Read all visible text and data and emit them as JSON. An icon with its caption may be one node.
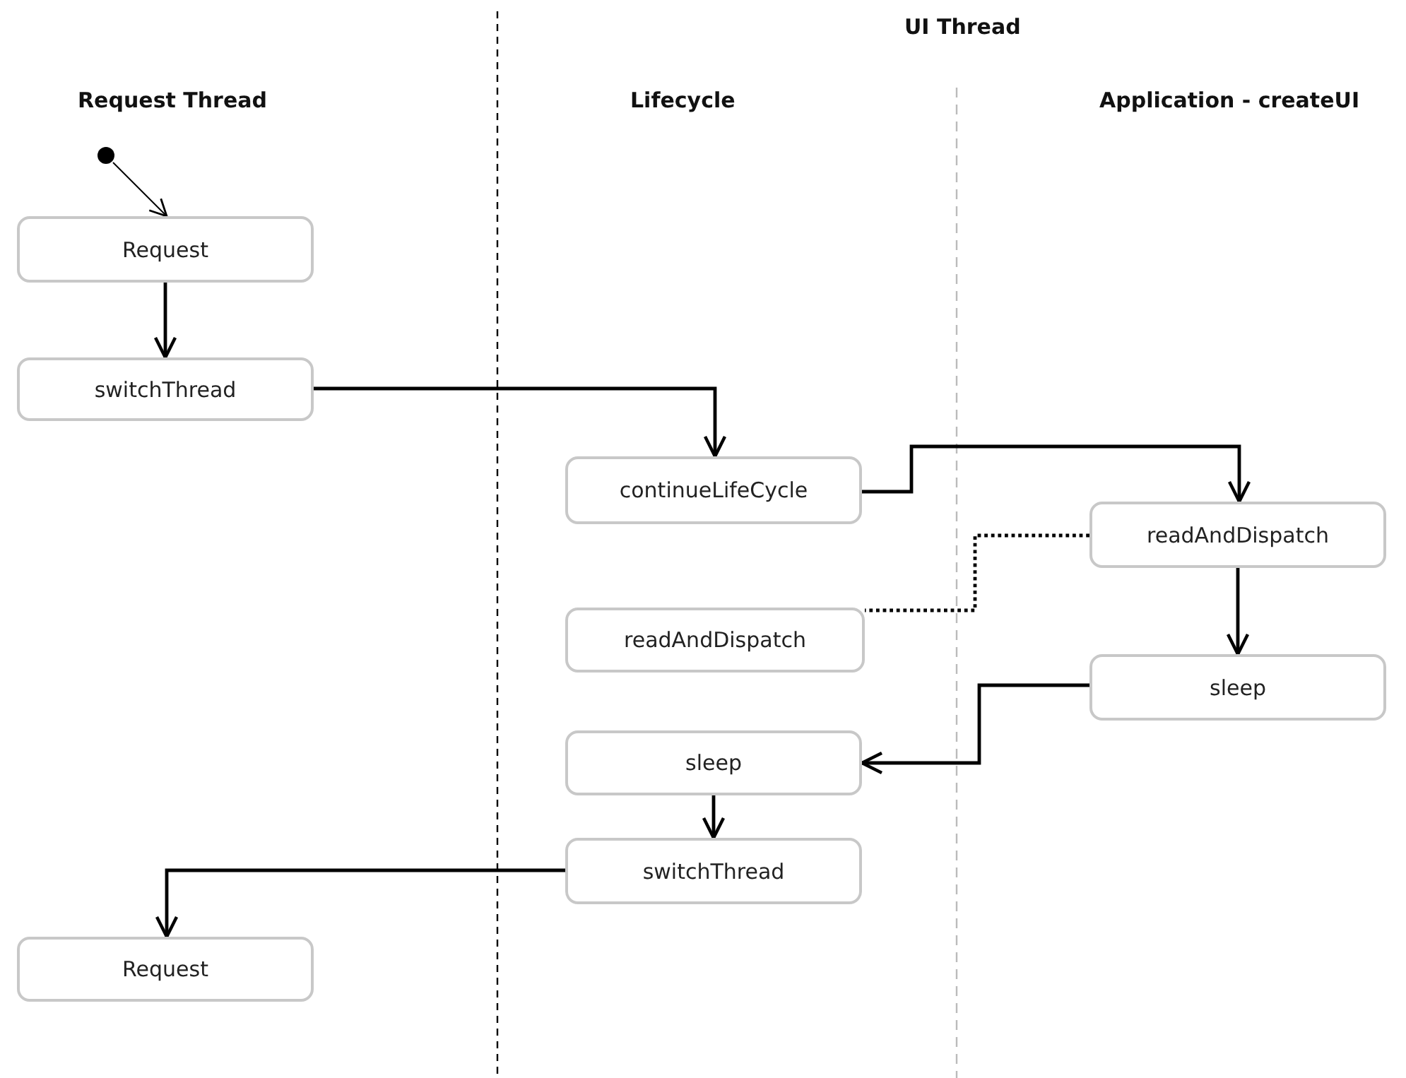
{
  "diagram": {
    "nodes": [
      {
        "text": [],
        "shape": "circle"
      },
      {
        "text": [
          "Request"
        ]
      },
      {
        "text": [
          "switchThread"
        ]
      },
      {
        "text": [
          "continueLifeCycle"
        ]
      },
      {
        "text": [
          "readAndDispatch"
        ]
      },
      {
        "text": [
          "sleep"
        ]
      },
      {
        "text": [
          "switchThread"
        ]
      },
      {
        "text": [
          "Request"
        ]
      },
      {
        "text": [
          "readAndDispatch"
        ]
      },
      {
        "text": [
          "sleep"
        ]
      }
    ],
    "edges": [
      {
        "from": 0,
        "to": 1,
        "arrow": "to"
      },
      {
        "from": 1,
        "to": 2,
        "arrow": "to"
      },
      {
        "from": 2,
        "to": 3,
        "arrow": "to"
      },
      {
        "from": 3,
        "to": 8,
        "arrow": "to"
      },
      {
        "from": 8,
        "to": 4,
        "arrow": "none",
        "style": "dashed"
      },
      {
        "from": 8,
        "to": 9,
        "arrow": "to"
      },
      {
        "from": 9,
        "to": 5,
        "arrow": "to"
      },
      {
        "from": 5,
        "to": 6,
        "arrow": "to"
      },
      {
        "from": 6,
        "to": 7,
        "arrow": "to"
      }
    ],
    "labels": [
      "UI Thread",
      "Request Thread",
      "Lifecycle",
      "Application - createUI"
    ]
  }
}
